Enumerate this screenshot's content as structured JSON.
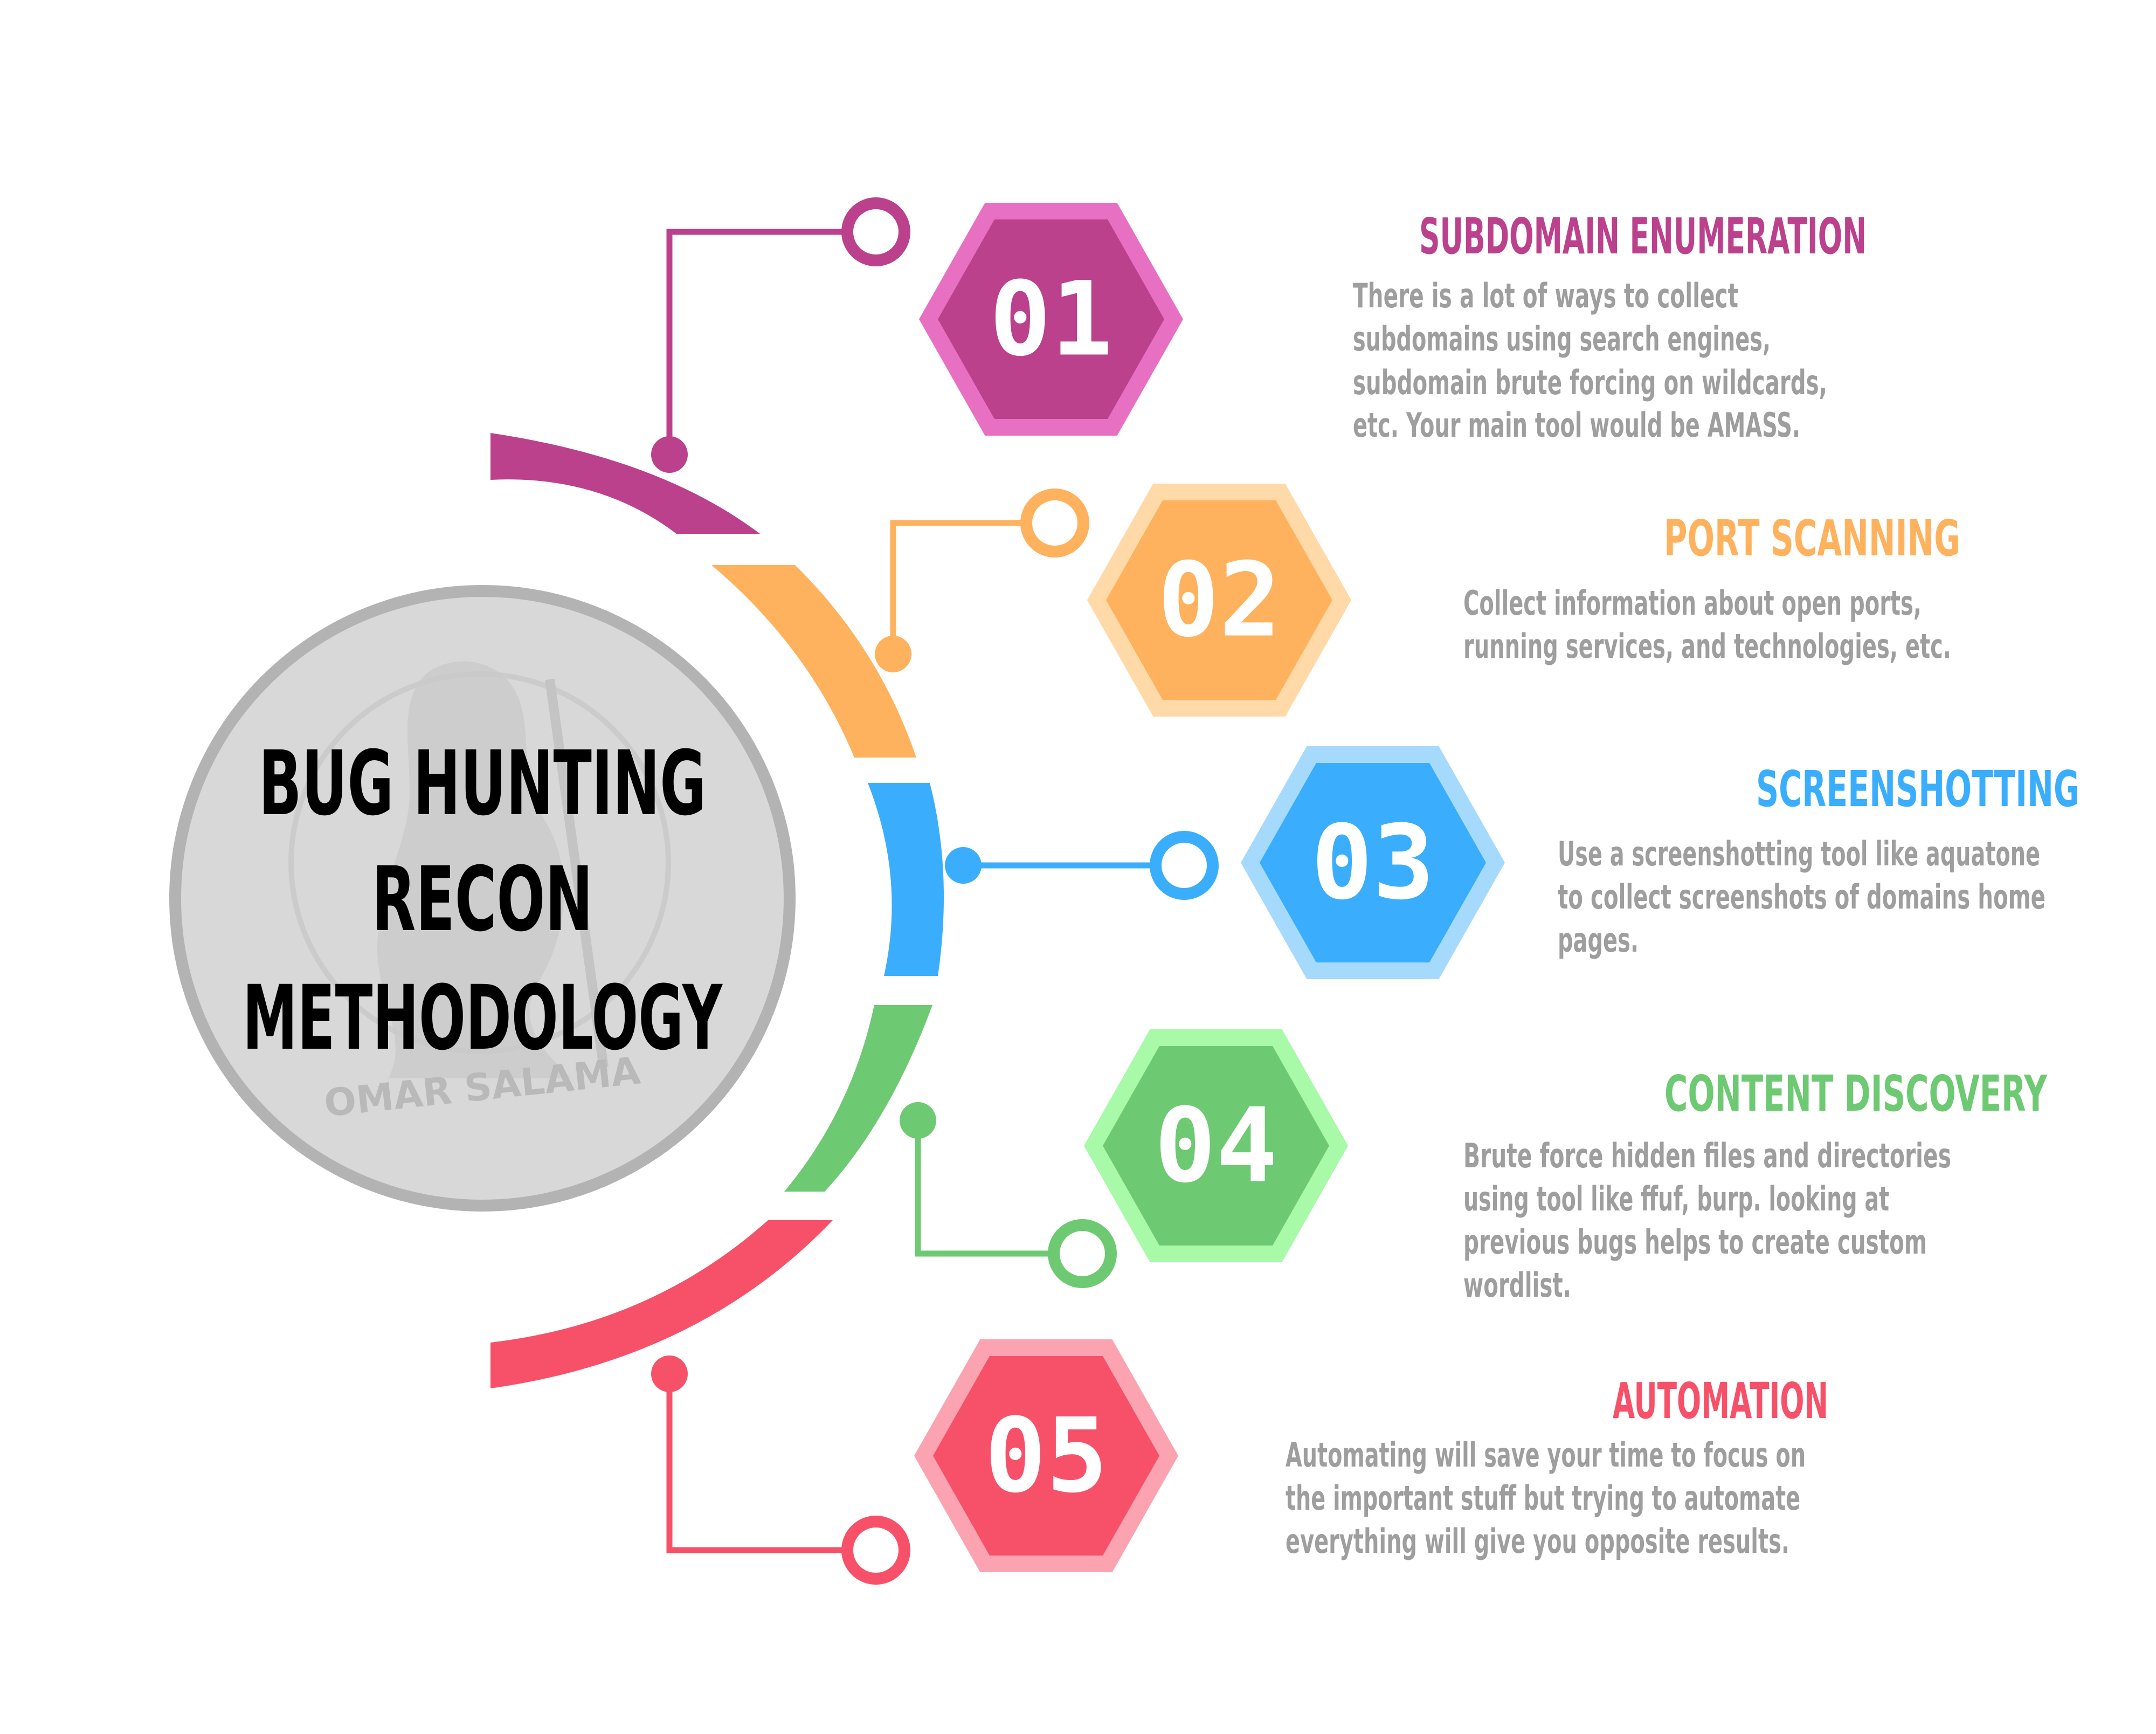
{
  "center": {
    "lines": [
      "BUG HUNTING",
      "RECON",
      "METHODOLOGY"
    ],
    "watermark": "OMAR SALAMA"
  },
  "steps": [
    {
      "number": "01",
      "title": "SUBDOMAIN ENUMERATION",
      "color": "#bb418d",
      "light": "#e870c3",
      "desc": [
        "There is a lot of ways to collect",
        "subdomains using search engines,",
        "subdomain brute forcing on wildcards,",
        "etc. Your main tool would be AMASS."
      ]
    },
    {
      "number": "02",
      "title": "PORT SCANNING",
      "color": "#ffb25e",
      "light": "#ffd9a8",
      "desc": [
        "Collect information about open ports,",
        "running services, and technologies, etc."
      ]
    },
    {
      "number": "03",
      "title": "SCREENSHOTTING",
      "color": "#3aaefc",
      "light": "#a6dafd",
      "desc": [
        "Use a screenshotting tool like aquatone",
        "to collect screenshots of domains home",
        "pages."
      ]
    },
    {
      "number": "04",
      "title": "CONTENT DISCOVERY",
      "color": "#6dc972",
      "light": "#a8f9a8",
      "desc": [
        "Brute force hidden files and directories",
        "using tool like ffuf, burp. looking at",
        "previous bugs helps to create custom",
        "wordlist."
      ]
    },
    {
      "number": "05",
      "title": "AUTOMATION",
      "color": "#f7516a",
      "light": "#fba3b0",
      "desc": [
        "Automating will save your time to focus on",
        "the important stuff but trying to automate",
        "everything will give you opposite results."
      ]
    }
  ]
}
